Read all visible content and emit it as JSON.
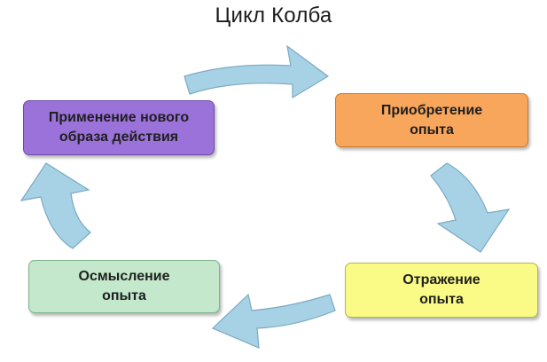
{
  "title": "Цикл Колба",
  "stages": {
    "application": "Применение нового\nобраза действия",
    "acquisition": "Приобретение\nопыта",
    "reflection": "Отражение\nопыта",
    "comprehension": "Осмысление\nопыта"
  },
  "colors": {
    "application": "#9b72d9",
    "acquisition": "#f8a65c",
    "reflection": "#fafa86",
    "comprehension": "#c3e8cb",
    "arrow_fill": "#a7d2e6",
    "arrow_stroke": "#7aa9c3"
  },
  "cycle_order": [
    "acquisition",
    "reflection",
    "comprehension",
    "application"
  ]
}
